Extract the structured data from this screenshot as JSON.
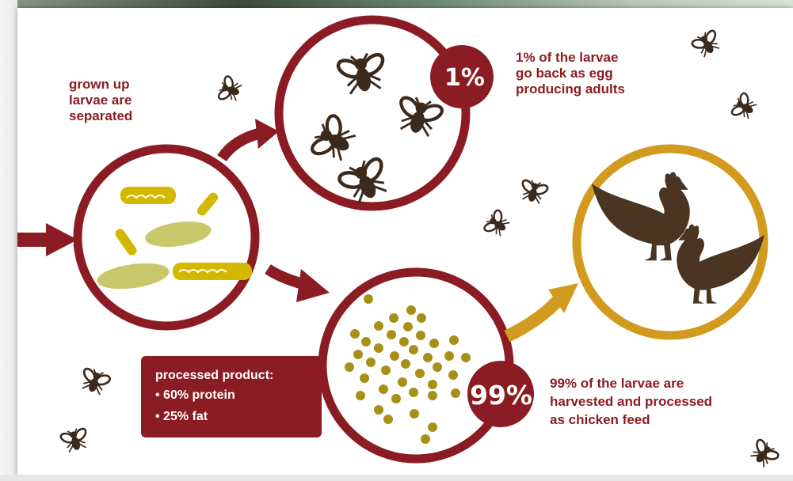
{
  "labels": {
    "separated": "grown up\nlarvae are\nseparated",
    "one_percent_badge": "1%",
    "one_percent_text": "1% of the larvae\ngo back as egg\nproducing adults",
    "ninety_nine_badge": "99%",
    "ninety_nine_text": "99% of the larvae are\nharvested and processed\nas chicken feed"
  },
  "product": {
    "title": "processed product:",
    "items": [
      "• 60% protein",
      "• 25% fat"
    ]
  },
  "colors": {
    "maroon": "#8c1c24",
    "gold": "#d29a1e",
    "fly": "#3b2a1c",
    "chicken": "#4a3422",
    "larva_yellow": "#d4b800",
    "larva_pale": "#c8c76a",
    "dot": "#a89018"
  },
  "icons": [
    "fly-icon",
    "larva-icon",
    "chicken-icon",
    "feed-pellet-icon",
    "arrow-icon"
  ]
}
